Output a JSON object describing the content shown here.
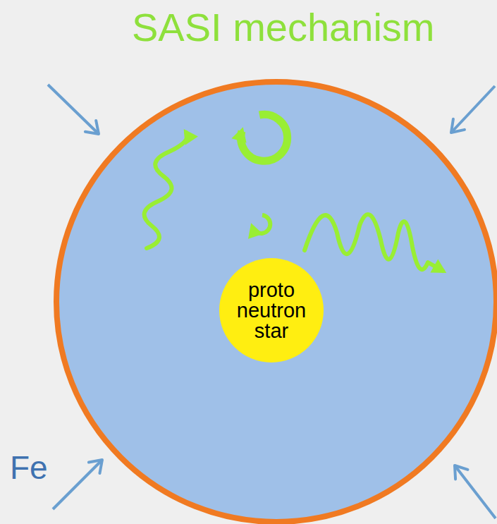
{
  "diagram": {
    "title": "SASI mechanism",
    "nodes": [
      {
        "text": [
          "proto neutron star"
        ]
      }
    ],
    "labels": [
      "Fe"
    ]
  }
}
